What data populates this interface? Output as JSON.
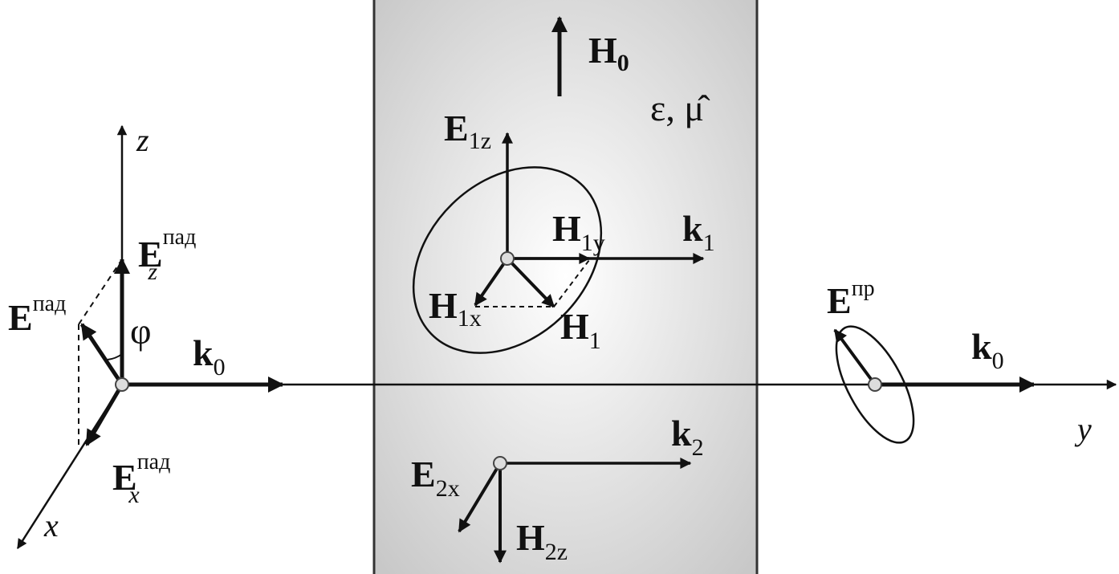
{
  "colors": {
    "ink": "#111111",
    "slab_edge": "#c8c8c8",
    "slab_center": "#ffffff",
    "slab_border": "#333333",
    "point_fill": "#dddddd"
  },
  "axes": {
    "z": "z",
    "y": "y",
    "x": "x"
  },
  "slab": {
    "h0_symbol": "H",
    "h0_subscript": "0",
    "material": "ε, μ̂"
  },
  "incident": {
    "e_symbol": "E",
    "e_superscript": "пад",
    "ez_symbol": "E",
    "ez_subscript": "z",
    "ez_superscript": "пад",
    "ex_symbol": "E",
    "ex_subscript": "x",
    "ex_superscript": "пад",
    "angle": "φ",
    "k_symbol": "k",
    "k_subscript": "0"
  },
  "wave1": {
    "e_symbol": "E",
    "e_subscript": "1z",
    "hy_symbol": "H",
    "hy_subscript": "1y",
    "k_symbol": "k",
    "k_subscript": "1",
    "hx_symbol": "H",
    "hx_subscript": "1x",
    "h_symbol": "H",
    "h_subscript": "1"
  },
  "wave2": {
    "k_symbol": "k",
    "k_subscript": "2",
    "e_symbol": "E",
    "e_subscript": "2x",
    "h_symbol": "H",
    "h_subscript": "2z"
  },
  "transmitted": {
    "e_symbol": "E",
    "e_superscript": "пр",
    "k_symbol": "k",
    "k_subscript": "0"
  }
}
